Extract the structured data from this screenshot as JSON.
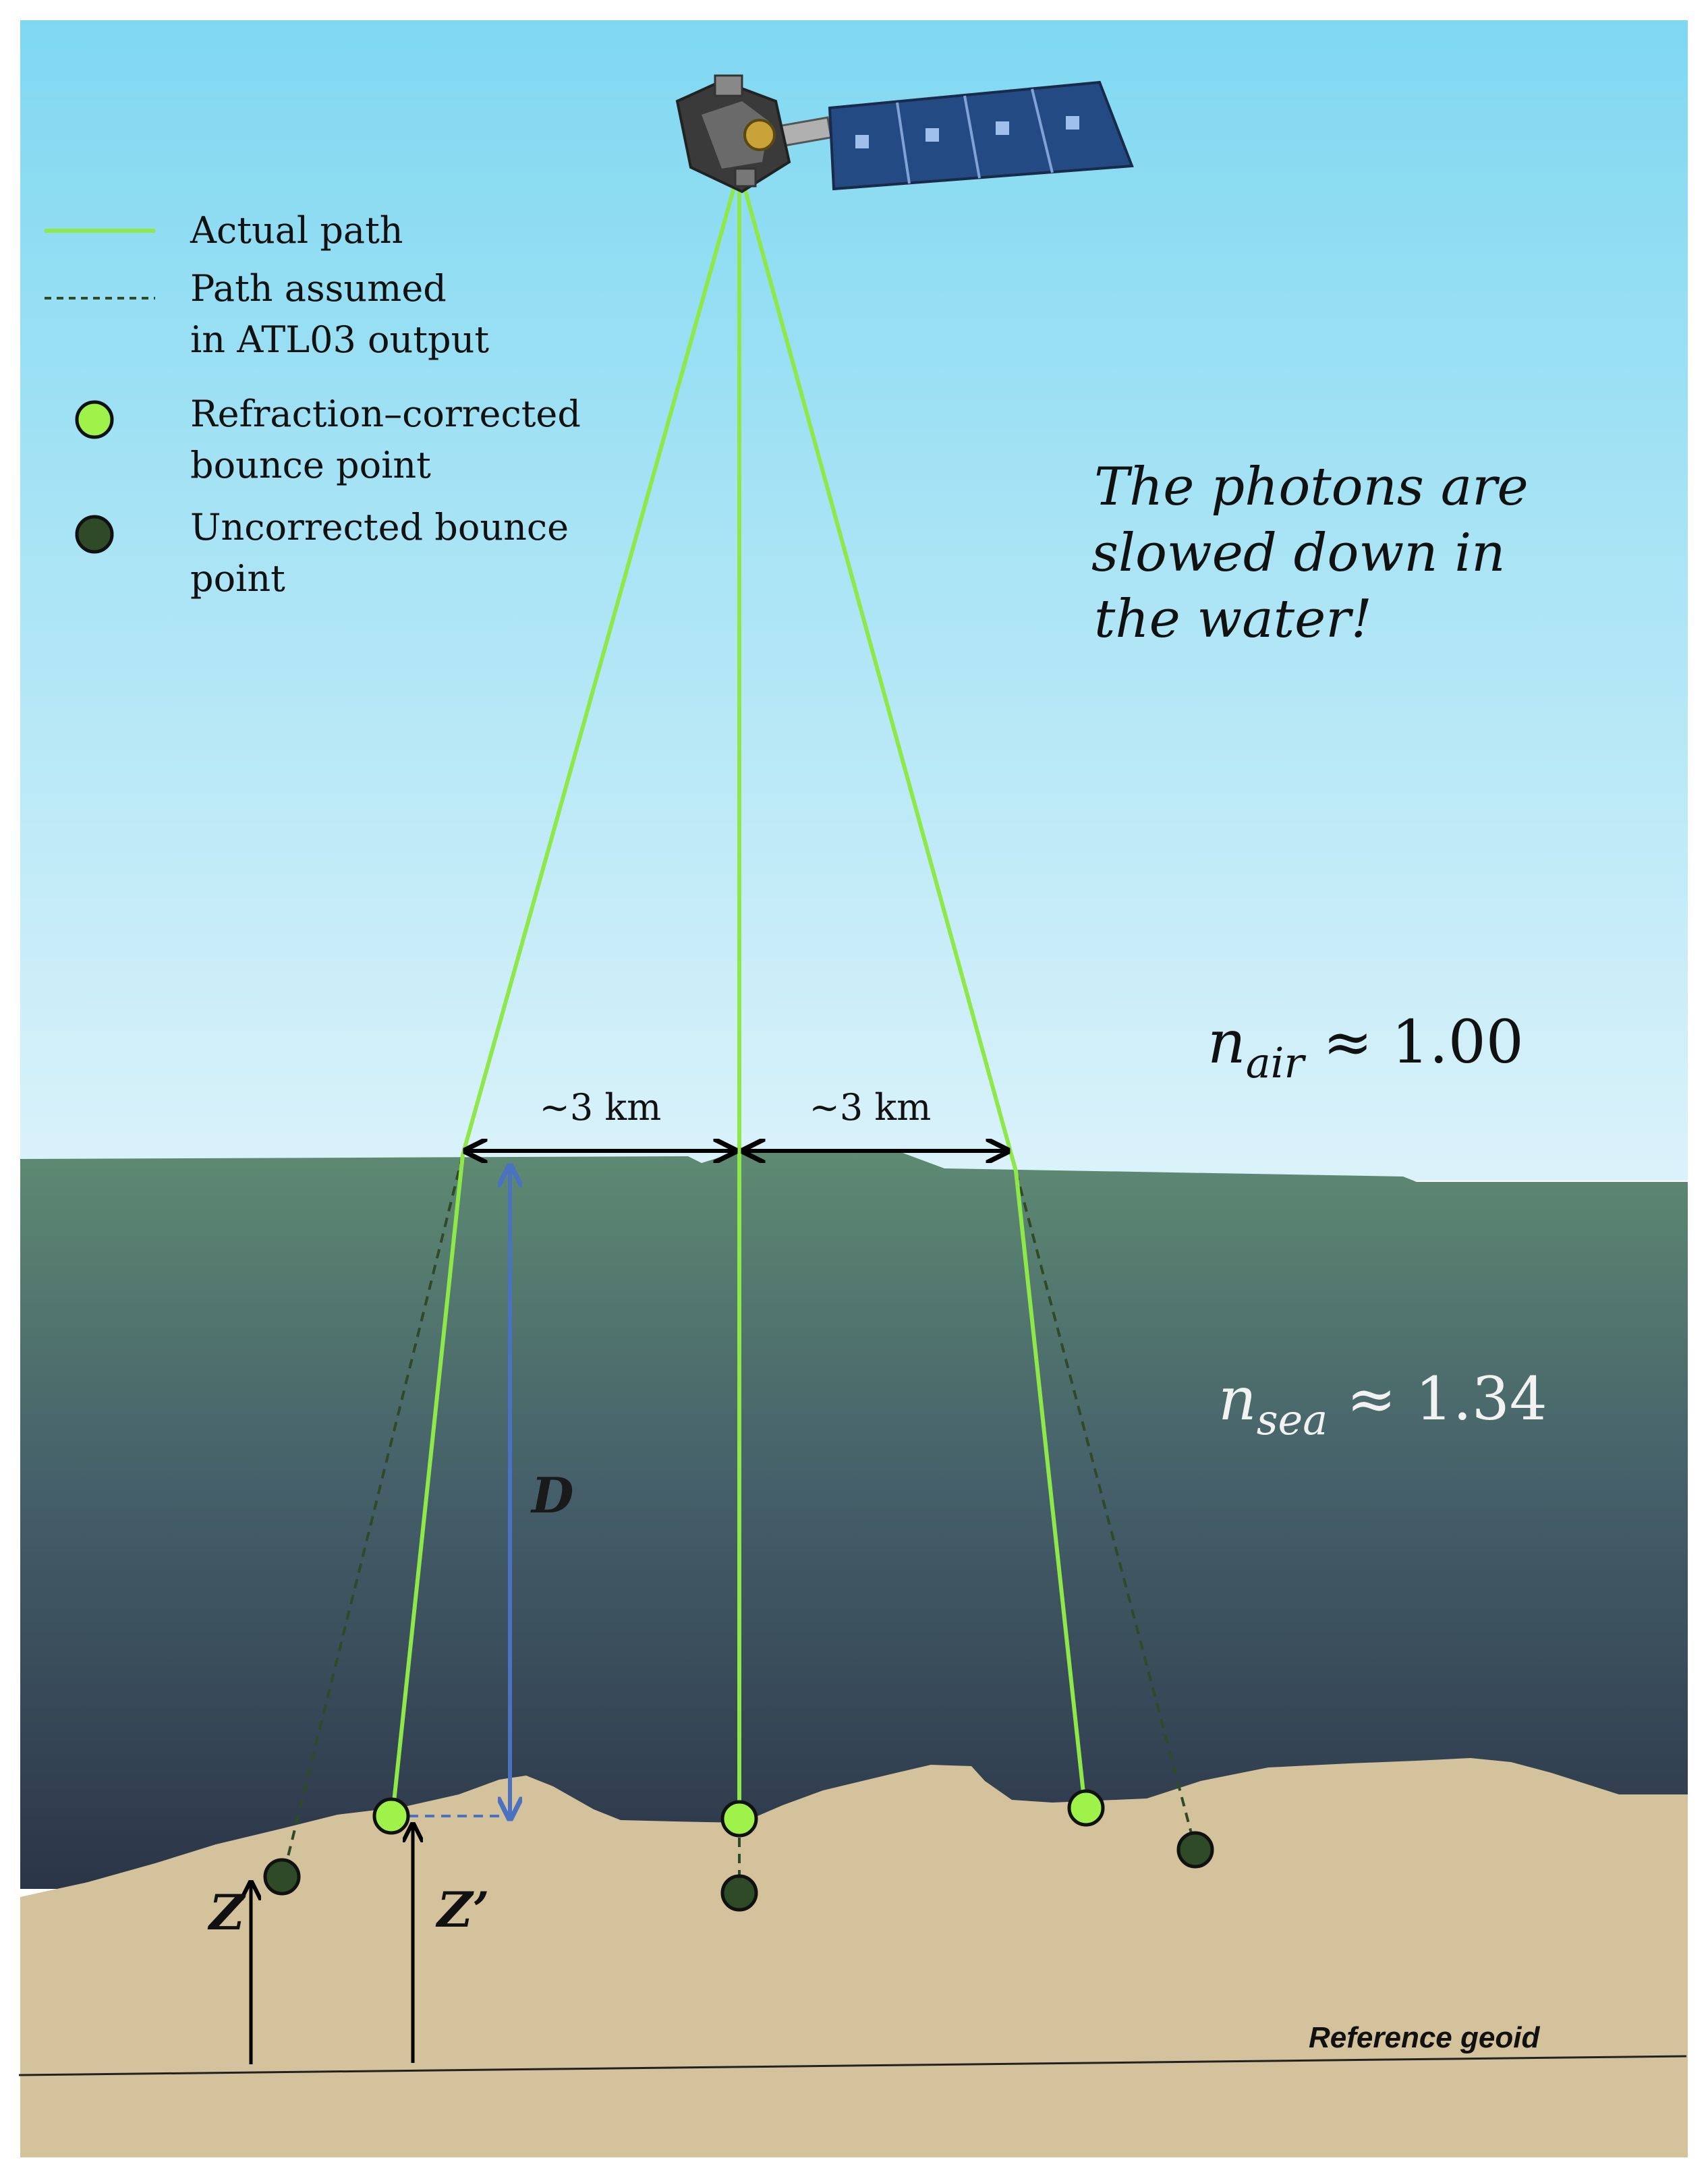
{
  "legend": {
    "actual_path": "Actual path",
    "assumed_path_line1": "Path assumed",
    "assumed_path_line2": "in ATL03 output",
    "corrected_line1": "Refraction–corrected",
    "corrected_line2": "bounce point",
    "uncorrected_line1": "Uncorrected bounce",
    "uncorrected_line2": "point"
  },
  "note": {
    "line1": "The photons are",
    "line2": "slowed down in",
    "line3": "the water!"
  },
  "n_air": {
    "symbol": "n",
    "subscript": "air",
    "relation": " ≈ 1.00"
  },
  "n_sea": {
    "symbol": "n",
    "subscript": "sea",
    "relation": " ≈ 1.34"
  },
  "spacing": {
    "left": "~3 km",
    "right": "~3 km"
  },
  "labels": {
    "depth": "D",
    "z": "Z",
    "z_prime": "Z’",
    "geoid": "Reference geoid"
  },
  "colors": {
    "sky_top": "#7fd8f1",
    "sky_bottom": "#d8f1fa",
    "sea_top": "#5e8a72",
    "sea_bottom": "#2e3a4e",
    "seabed": "#d3c29b",
    "beam": "#8fe84a",
    "corrected_point": "#9ef24a",
    "uncorrected_point": "#2f4a27",
    "depth_arrow": "#4a72c0",
    "assumed_path": "#2f4a27"
  },
  "icons": {
    "satellite": "satellite-icon"
  }
}
